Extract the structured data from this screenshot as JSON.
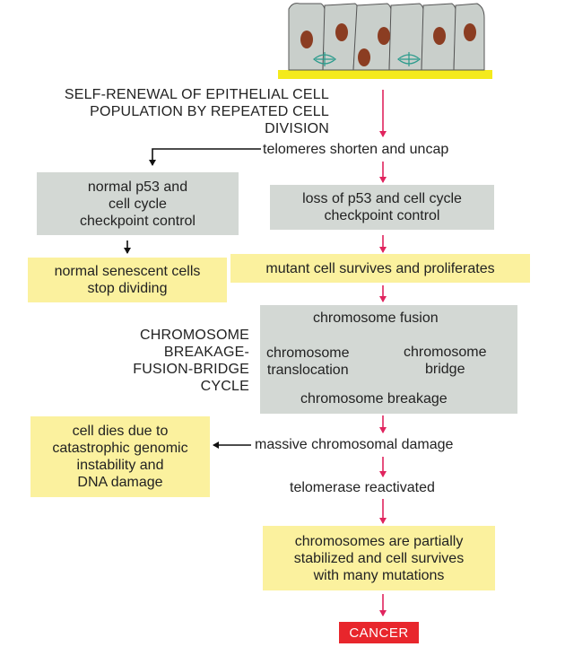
{
  "title": [
    "SELF-RENEWAL OF EPITHELIAL CELL",
    "POPULATION BY REPEATED CELL",
    "DIVISION"
  ],
  "telomeres": "telomeres shorten and uncap",
  "normal_p53": [
    "normal p53 and",
    "cell cycle",
    "checkpoint control"
  ],
  "loss_p53": [
    "loss of p53 and cell cycle",
    "checkpoint control"
  ],
  "senescent": [
    "normal senescent cells",
    "stop dividing"
  ],
  "mutant": "mutant cell survives and proliferates",
  "bfb_label": [
    "CHROMOSOME",
    "BREAKAGE-",
    "FUSION-BRIDGE",
    "CYCLE"
  ],
  "cycle": {
    "fusion": "chromosome fusion",
    "bridge": [
      "chromosome",
      "bridge"
    ],
    "breakage": "chromosome breakage",
    "translocation": [
      "chromosome",
      "translocation"
    ]
  },
  "cell_dies": [
    "cell dies due to",
    "catastrophic genomic",
    "instability and",
    "DNA damage"
  ],
  "massive": "massive chromosomal damage",
  "telomerase": "telomerase reactivated",
  "partially": [
    "chromosomes are partially",
    "stabilized and cell survives",
    "with many mutations"
  ],
  "cancer": "CANCER",
  "colors": {
    "arrow_red": "#e0245e",
    "gray_box": "#d3d8d4",
    "yellow_box": "#fbf19e",
    "cancer_red": "#e8262c",
    "cells": "#c9cfcb",
    "nucleus": "#8b3d22",
    "spindle": "#2a9b8c"
  }
}
